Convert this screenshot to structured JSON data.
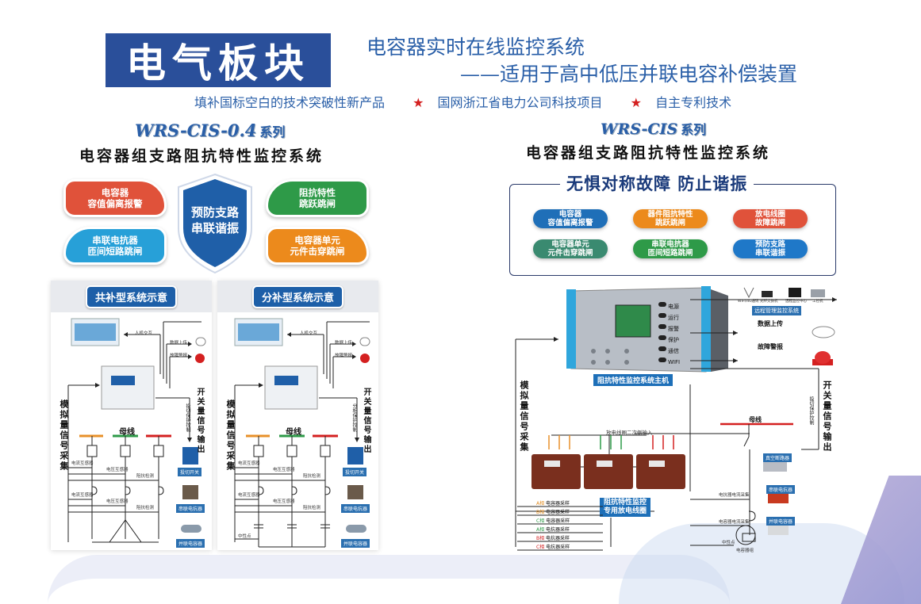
{
  "header": {
    "title": "电气板块",
    "subtitle_line1": "电容器实时在线监控系统",
    "subtitle_line2": "——适用于高中低压并联电容补偿装置",
    "taglines": [
      "填补国标空白的技术突破性新产品",
      "国网浙江省电力公司科技项目",
      "自主专利技术"
    ],
    "star": "★"
  },
  "left_product": {
    "series": "WRS-CIS-0.4",
    "series_suffix": "系列",
    "system_title": "电容器组支路阻抗特性监控系统",
    "shield_text_line1": "预防支路",
    "shield_text_line2": "串联谐振",
    "features": [
      {
        "line1": "电容器",
        "line2": "容值偏离报警",
        "color": "#e0523a"
      },
      {
        "line1": "阻抗特性",
        "line2": "跳跃跳闸",
        "color": "#2e9a48"
      },
      {
        "line1": "串联电抗器",
        "line2": "匝间短路跳闸",
        "color": "#27a0d8"
      },
      {
        "line1": "电容器单元",
        "line2": "元件击穿跳闸",
        "color": "#ec8a1c"
      }
    ]
  },
  "right_product": {
    "series": "WRS-CIS",
    "series_suffix": "系列",
    "system_title": "电容器组支路阻抗特性监控系统",
    "frame_title": "无惧对称故障  防止谐振",
    "features": [
      {
        "line1": "电容器",
        "line2": "容值偏离报警",
        "color": "#1f6fb8"
      },
      {
        "line1": "器件阻抗特性",
        "line2": "跳跃跳闸",
        "color": "#ec8a1c"
      },
      {
        "line1": "放电线圈",
        "line2": "故障跳闸",
        "color": "#e0523a"
      },
      {
        "line1": "电容器单元",
        "line2": "元件击穿跳闸",
        "color": "#3a8a70"
      },
      {
        "line1": "串联电抗器",
        "line2": "匝间短路跳闸",
        "color": "#2e9a48"
      },
      {
        "line1": "预防支路",
        "line2": "串联谐振",
        "color": "#1f78c8"
      }
    ]
  },
  "panel_common": {
    "title": "共补型系统示意",
    "bus_label": "母线",
    "analog_label": "模拟量信号采集",
    "switch_label": "开关量信号输出",
    "control_label": "投切保护控制",
    "arrows": [
      "人机交互",
      "数据上传",
      "故障警报"
    ],
    "devices": [
      "投切开关",
      "串联电抗器",
      "并联电容器"
    ],
    "wire_labels": [
      "电流互感器",
      "电压互感器",
      "阻抗检测",
      "电流互感器",
      "电压互感器",
      "阻抗检测"
    ]
  },
  "panel_split": {
    "title": "分补型系统示意",
    "bus_label": "母线",
    "analog_label": "模拟量信号采集",
    "switch_label": "开关量信号输出",
    "control_label": "分相保护控制",
    "arrows": [
      "人机交互",
      "数据上传",
      "故障警报"
    ],
    "devices": [
      "投切开关",
      "串联电抗器",
      "并联电容器"
    ],
    "wire_labels": [
      "电流互感器",
      "电压互感器",
      "阻抗检测",
      "电流互感器",
      "电压互感器",
      "阻抗检测",
      "中性点"
    ]
  },
  "main_diagram": {
    "host_label": "阻抗特性监控系统主机",
    "leds": [
      "电源",
      "运行",
      "报警",
      "保护",
      "通信",
      "WIFI"
    ],
    "remote_label": "远程管理监控系统",
    "remote_devices": [
      "WIFI/4G通讯",
      "光纤交换机",
      "远程监控中心",
      "工控机"
    ],
    "data_upload": "数据上传",
    "fault_alarm": "故障警报",
    "switch_label": "开关量信号输出",
    "analog_label": "模拟量信号采集",
    "bus_label": "母线",
    "coil_input": "放电线圈二次侧输入",
    "coil_label_line1": "阻抗特性监控",
    "coil_label_line2": "专用放电线圈",
    "control_label": "投切保护控制",
    "devices": [
      "真空断路器",
      "串联电抗器",
      "并联电容器"
    ],
    "right_wires": [
      "电抗器电流采集",
      "电容器电流采集",
      "中性点"
    ],
    "capacitor_bank": "电容器组",
    "signal_rows": [
      {
        "tag": "A相",
        "text": "电容器采样",
        "color": "#e08a1c"
      },
      {
        "tag": "B相",
        "text": "电容器采样",
        "color": "#e08a1c"
      },
      {
        "tag": "C相",
        "text": "电容器采样",
        "color": "#2e9a48"
      },
      {
        "tag": "A相",
        "text": "电抗器采样",
        "color": "#2e9a48"
      },
      {
        "tag": "B相",
        "text": "电抗器采样",
        "color": "#d42020"
      },
      {
        "tag": "C相",
        "text": "电抗器采样",
        "color": "#d42020"
      }
    ]
  },
  "colors": {
    "brand_blue": "#2a4f9a",
    "phase_a": "#e8902a",
    "phase_b": "#2e9a48",
    "phase_c": "#d42020"
  }
}
